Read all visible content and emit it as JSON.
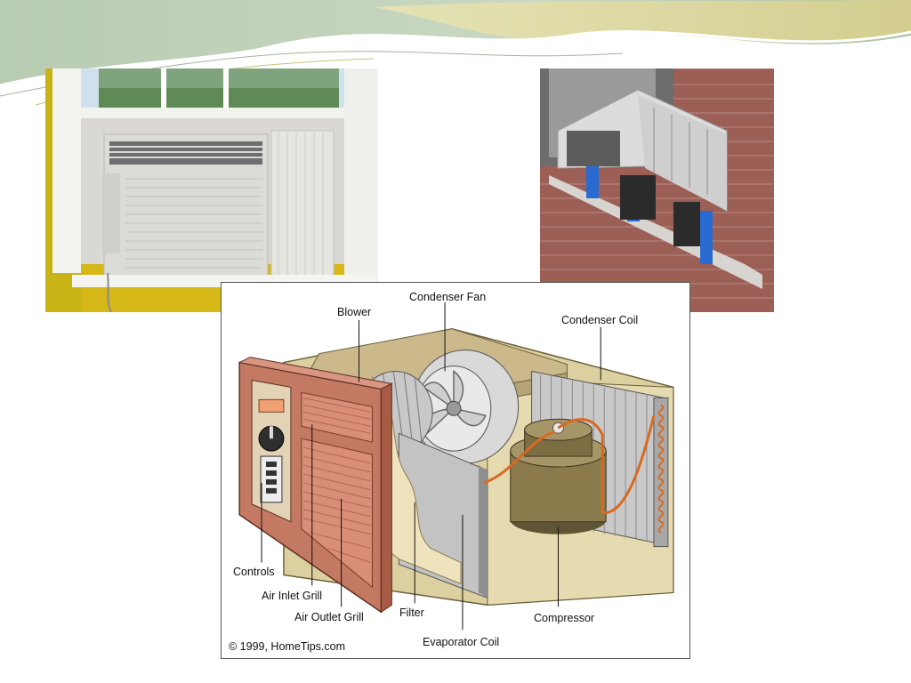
{
  "diagram": {
    "labels": {
      "condenser_fan": "Condenser Fan",
      "blower": "Blower",
      "condenser_coil": "Condenser Coil",
      "controls": "Controls",
      "air_inlet_grill": "Air Inlet Grill",
      "air_outlet_grill": "Air Outlet Grill",
      "filter": "Filter",
      "compressor": "Compressor",
      "evaporator_coil": "Evaporator Coil"
    },
    "copyright": "© 1999, HomeTips.com"
  },
  "colors": {
    "banner_green": "#b9cdb3",
    "banner_gold": "#e5dc9b",
    "grill_red": "#c9654d",
    "cabinet_tan": "#ded1a3",
    "compressor_olive": "#8a7a4c",
    "copper": "#d86a22"
  }
}
